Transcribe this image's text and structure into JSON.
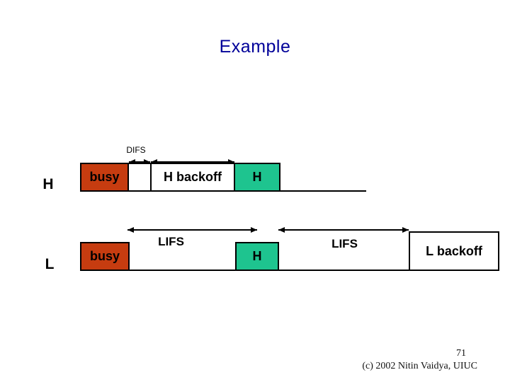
{
  "slide_title": "Example",
  "colors": {
    "busy_fill": "#C63C10",
    "transmit_fill": "#1EC48F",
    "title_text": "#000099"
  },
  "timeline": {
    "difs_label": "DIFS",
    "h_row": {
      "station_label": "H",
      "busy_label": "busy",
      "backoff_label": "H backoff",
      "transmit_label": "H"
    },
    "l_row": {
      "station_label": "L",
      "busy_label": "busy",
      "lifs_label_1": "LIFS",
      "transmit_label": "H",
      "lifs_label_2": "LIFS",
      "backoff_label": "L backoff"
    }
  },
  "footer": {
    "page_number": "71",
    "credit": "(c) 2002 Nitin Vaidya, UIUC"
  }
}
